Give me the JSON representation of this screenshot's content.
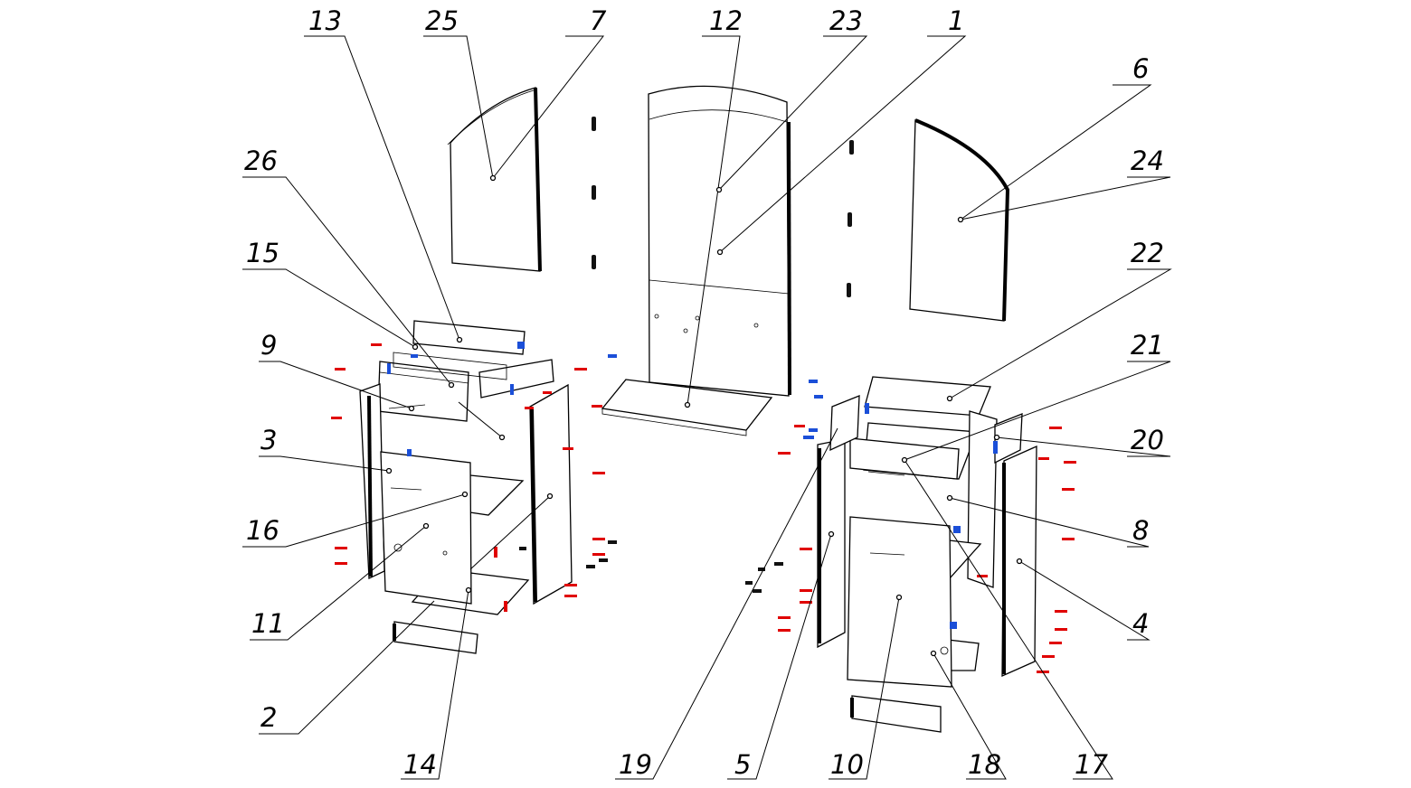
{
  "labels": {
    "l13": "13",
    "l25": "25",
    "l7": "7",
    "l12": "12",
    "l23": "23",
    "l1": "1",
    "l6": "6",
    "l24": "24",
    "l26": "26",
    "l15": "15",
    "l22": "22",
    "l9": "9",
    "l21": "21",
    "l20": "20",
    "l3": "3",
    "l8": "8",
    "l16": "16",
    "l4": "4",
    "l11": "11",
    "l2": "2",
    "l14": "14",
    "l19": "19",
    "l5": "5",
    "l10": "10",
    "l18": "18",
    "l17": "17"
  },
  "colors": {
    "fasteners_red": "#e00000",
    "fasteners_blue": "#1b4fd8",
    "lines": "#000000"
  }
}
